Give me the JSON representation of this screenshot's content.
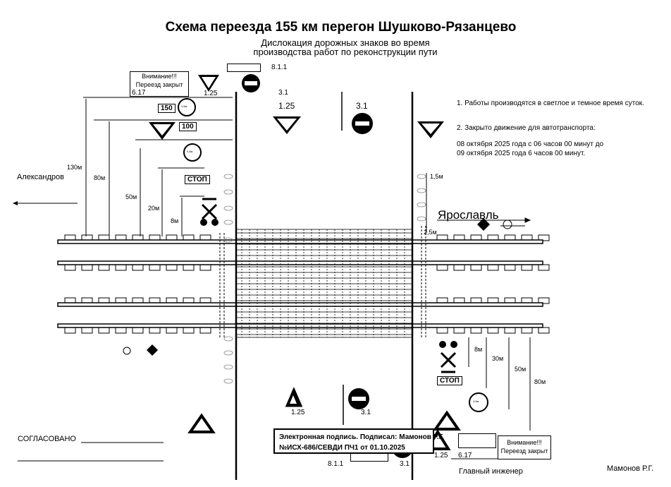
{
  "title": "Схема переезда 155 км  перегон Шушково-Рязанцево",
  "subtitle_line1": "Дислокация дорожных знаков во время",
  "subtitle_line2": "производства работ по реконструкции пути",
  "notes": {
    "note1": "1. Работы производятся в светлое и темное  время суток.",
    "note2": "2. Закрыто движение для автотранспорта:",
    "date_from": "08 октября 2025 года с 06 часов 00 минут до",
    "date_to": "09 октября 2025 года 6 часов 00 минут."
  },
  "directions": {
    "left": "Александров",
    "right": "Ярославль"
  },
  "signs": {
    "warning_line1": "Внимание!!!",
    "warning_line2": "Переезд закрыт",
    "code_617": "6.17",
    "code_125": "1.25",
    "code_31": "3.1",
    "code_811": "8.1.1",
    "stop": "СТОП",
    "plate_150": "150",
    "plate_100": "100",
    "height_limit": "4,5м"
  },
  "distances_left": [
    "130м",
    "80м",
    "50м",
    "20м",
    "8м"
  ],
  "distances_right": [
    "8м",
    "30м",
    "50м",
    "80м"
  ],
  "distance_small": [
    "1,5м",
    "2,5м"
  ],
  "signature": {
    "line1": "Электронная подпись. Подписал: Мамонов Р.Г.",
    "line2": "№ИСХ-686/СЕВДИ ПЧ1 от 01.10.2025"
  },
  "approval": {
    "label": "СОГЛАСОВАНО",
    "position": "Главный инженер",
    "name": "Мамонов Р.Г."
  }
}
